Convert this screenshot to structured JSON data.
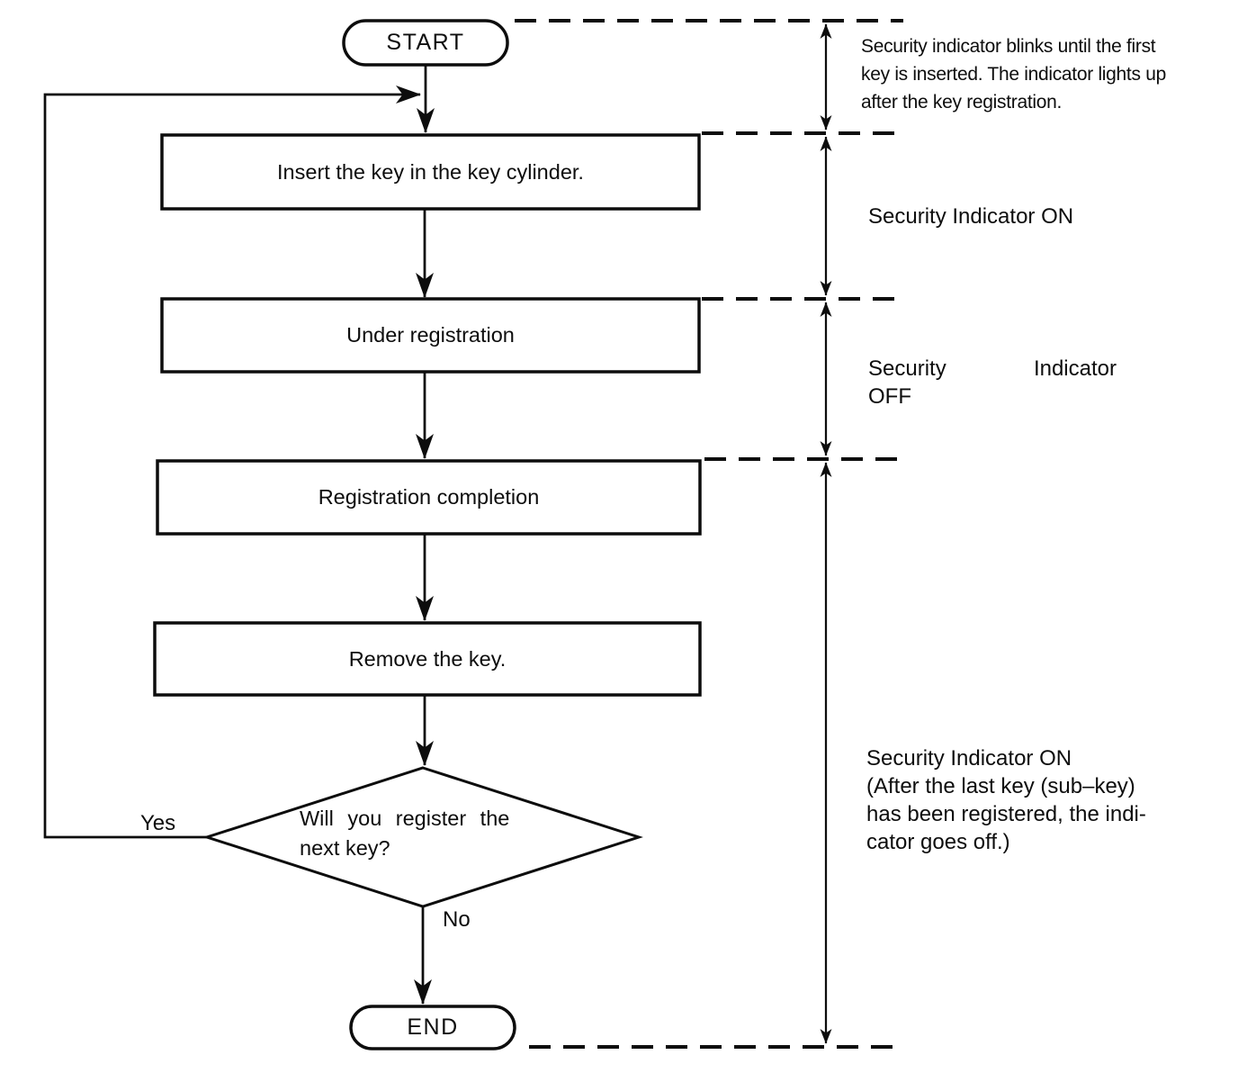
{
  "nodes": {
    "start": "START",
    "insert": "Insert the key in the key cylinder.",
    "under": "Under registration",
    "completion": "Registration completion",
    "remove": "Remove the key.",
    "decision": {
      "lines": [
        "Will you register the",
        "next key?"
      ]
    },
    "end": "END"
  },
  "branch_labels": {
    "yes": "Yes",
    "no": "No"
  },
  "annotations": {
    "blink_note": {
      "lines": [
        "Security indicator blinks until the first",
        "key is inserted. The indicator lights up",
        "after the key registration."
      ]
    },
    "indicator_on_top": "Security Indicator ON",
    "indicator_off": {
      "lines": [
        "Security Indicator",
        "OFF"
      ]
    },
    "indicator_on_bottom": {
      "lines": [
        "Security Indicator ON",
        "(After the last key (sub–key)",
        "has been registered, the indi-",
        "cator goes off.)"
      ]
    }
  },
  "colors": {
    "ink": "#0d0d0d",
    "background": "#ffffff"
  }
}
